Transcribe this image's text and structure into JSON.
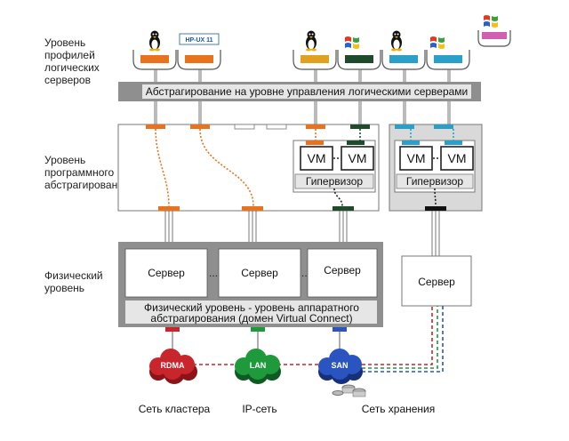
{
  "levels": {
    "logical": [
      "Уровень",
      "профилей",
      "логических",
      "серверов"
    ],
    "software": [
      "Уровень",
      "программного",
      "абстрагирования"
    ],
    "physical": [
      "Физический",
      "уровень"
    ]
  },
  "abstraction_bar": "Абстрагирование на уровне управления логическими серверами",
  "hypervisor": "Гипервизор",
  "vm": "VM",
  "server": "Сервер",
  "physical_bar": [
    "Физический уровень - уровень аппаратного",
    "абстрагирования (домен Virtual Connect)"
  ],
  "networks": {
    "rdma": "RDMA",
    "lan": "LAN",
    "san": "SAN",
    "cluster": "Сеть кластера",
    "ip": "IP-сеть",
    "storage": "Сеть хранения"
  },
  "hp_badge": "HP-UX 11",
  "icons": [
    "linux-penguin-icon",
    "hp-ux-icon",
    "windows-flag-icon"
  ],
  "colors": {
    "orange": "#e8731c",
    "green": "#1f4a2c",
    "teal": "#2aa0c8",
    "magenta": "#d15fb2",
    "yellow": "#e0a020",
    "red_cloud": "#c8252c",
    "green_cloud": "#1e9a3c",
    "blue_cloud": "#2a55c0",
    "bar_gray": "#8f8f8f"
  }
}
